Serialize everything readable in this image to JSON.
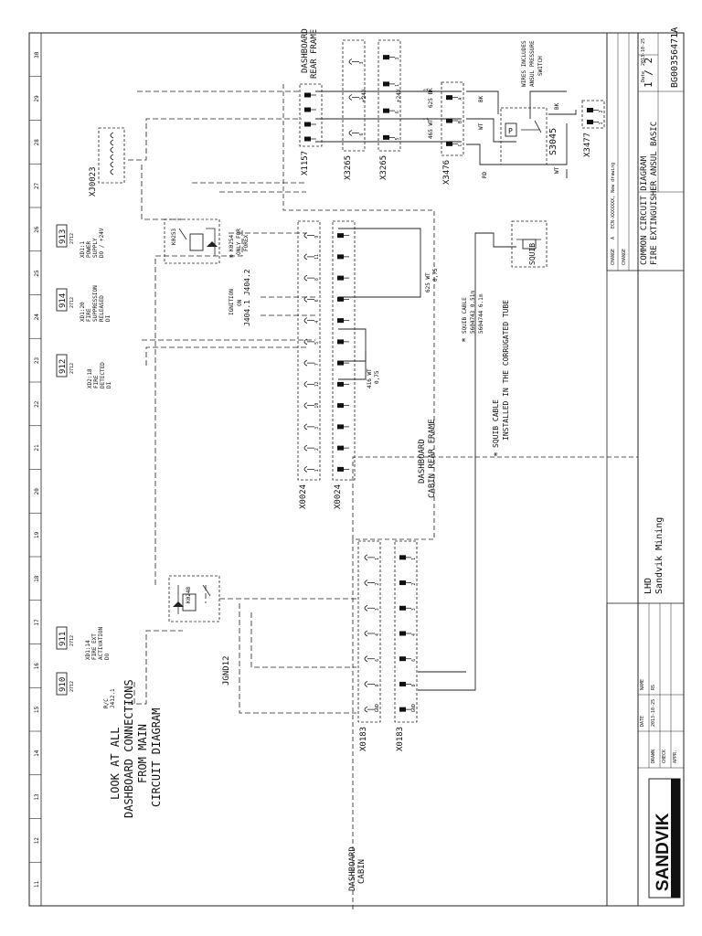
{
  "drawing": {
    "note": [
      "LOOK AT ALL",
      "DASHBOARD CONNECTIONS",
      "FROM MAIN",
      "CIRCUIT DIAGRAM"
    ],
    "zones": [
      "11",
      "12",
      "13",
      "14",
      "15",
      "16",
      "17",
      "18",
      "19",
      "20",
      "21",
      "22",
      "23",
      "24",
      "25",
      "26",
      "27",
      "28",
      "29",
      "30"
    ]
  },
  "area_labels": {
    "dashboard_cabin": [
      "DASHBOARD",
      "CABIN"
    ],
    "dashboard_rear_frame": [
      "DASHBOARD",
      "REAR FRAME"
    ],
    "dashboard_cabin_rear_frame": [
      "DASHBOARD",
      "CABIN REAR FRAME"
    ]
  },
  "wire_refs": [
    {
      "id": "910",
      "sub": "2712",
      "desc": [
        "R/C",
        "J412.1"
      ]
    },
    {
      "id": "911",
      "sub": "2712",
      "desc": [
        "XD1:14",
        "FIRE EXT",
        "ACTIVATION",
        "DO"
      ]
    },
    {
      "id": "912",
      "sub": "2712",
      "desc": [
        "XD2:18",
        "FIRE",
        "DETECTED",
        "DI"
      ]
    },
    {
      "id": "914",
      "sub": "2712",
      "desc": [
        "XD1:20",
        "FIRE",
        "SUPPRESSION",
        "RELEASED",
        "DI"
      ]
    },
    {
      "id": "913",
      "sub": "2712",
      "desc": [
        "XD1:1",
        "POWER",
        "SUPPLY",
        "DO / +24V"
      ]
    }
  ],
  "ignition": [
    "IGNITION",
    "ON",
    "J404.1 J404.2"
  ],
  "relays": {
    "k0253": {
      "id": "K0253",
      "note": [
        "K0254",
        "ONLY FOR",
        "FOREX"
      ]
    },
    "k0248": {
      "id": "K0248"
    }
  },
  "ground": "JGND12",
  "connectors": {
    "x0183_a": {
      "id": "X0183",
      "pins": [
        "GND",
        "8",
        "6",
        "4",
        "3",
        "2",
        "1"
      ]
    },
    "x0183_b": {
      "id": "X0183",
      "pins": [
        "GND",
        "8",
        "6",
        "4",
        "3",
        "2",
        "1"
      ]
    },
    "x0024": {
      "id": "X0024",
      "pins": [
        "1",
        "2",
        "3",
        "10",
        "12",
        "7",
        "5",
        "4",
        "6",
        "8",
        "11",
        "9"
      ]
    },
    "x0024_mate": {
      "id": "X0024"
    },
    "x0023": {
      "id": "XJ0023"
    },
    "x1157": {
      "id": "X1157"
    },
    "x3265_a": {
      "id": "X3265",
      "voltage": "+24V",
      "pins": [
        "6",
        "1",
        "3"
      ]
    },
    "x3265_b": {
      "id": "X3265",
      "voltage": "+24V",
      "pins": [
        "5",
        "6",
        "1",
        "3"
      ]
    },
    "x3476": {
      "id": "X3476",
      "pins": [
        "C",
        "B",
        "A"
      ]
    },
    "x3477": {
      "id": "X3477",
      "pins": [
        "1",
        "2"
      ]
    },
    "s3045": {
      "id": "S3045"
    },
    "squib": {
      "id": "SQUIB"
    }
  },
  "wires": {
    "bk625": "625 BK",
    "wt465": "465 WT",
    "bk": "BK",
    "wt": "WT",
    "rd": "RD",
    "wt625": "625 WT",
    "gauge": "0,75",
    "w416": "416 WT",
    "w416_gauge": "0,75",
    "w3": "1",
    "w4": "1"
  },
  "notes": {
    "pressure_switch": [
      "WIRES INCLUDES",
      "ANSUL PRESSURE",
      "SWITCH"
    ],
    "squib_cable": [
      "SQUIB CABLE",
      "5604743 0.51m",
      "5604744 6.1m"
    ],
    "squib_tube": [
      "SQUIB CABLE",
      "INSTALLED IN THE CORRUGATED TUBE"
    ],
    "asterisk": "*"
  },
  "title_block": {
    "logo": "SANDVIK",
    "product": "LHD",
    "company": "Sandvik Mining",
    "revision_rows": [
      {
        "label": "CHANGE",
        "rev": "A",
        "text": "ECN-XXXXXXX, New drawing"
      },
      {
        "label": "CHANGE",
        "rev": "",
        "text": ""
      }
    ],
    "title_1": "COMMON CIRCUIT DIAGRAM",
    "title_2": "FIRE EXTINGUISHER ANSUL BASIC",
    "sheet": "1 / 2",
    "doc_no": "BG00356471A",
    "date_label": "Date",
    "date_value": "2013-10-25",
    "sign_rows": [
      {
        "role": "DRAWN",
        "date": "2013-10-25",
        "name": "RS"
      },
      {
        "role": "CHECK",
        "date": "",
        "name": ""
      },
      {
        "role": "APPR.",
        "date": "",
        "name": ""
      }
    ],
    "date_col": "DATE",
    "name_col": "NAME"
  }
}
